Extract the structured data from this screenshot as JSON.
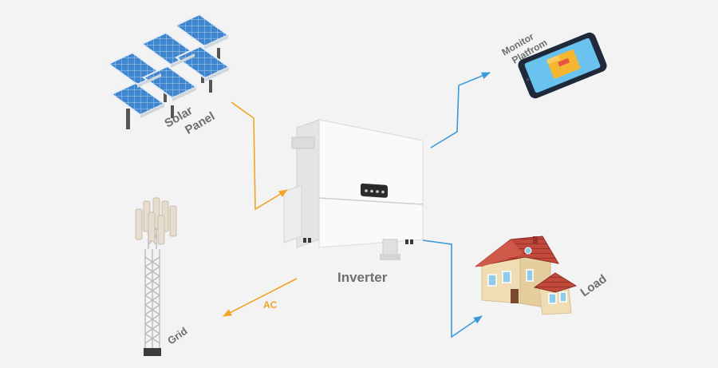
{
  "labels": {
    "solar_panel": [
      "Solar",
      "Panel"
    ],
    "monitor_platform": [
      "Monitor",
      "Platfrom"
    ],
    "inverter": "Inverter",
    "grid": "Grid",
    "load": "Load",
    "ac": "AC"
  },
  "colors": {
    "background": "#f3f3f3",
    "dc_arrow": "#f0a326",
    "ac_arrow": "#f0a326",
    "data_arrow": "#3b9ad9",
    "label_text": "#6e6e6e"
  },
  "icons": [
    "solar-panel-icon",
    "smartphone-icon",
    "inverter-icon",
    "grid-tower-icon",
    "house-icon"
  ]
}
